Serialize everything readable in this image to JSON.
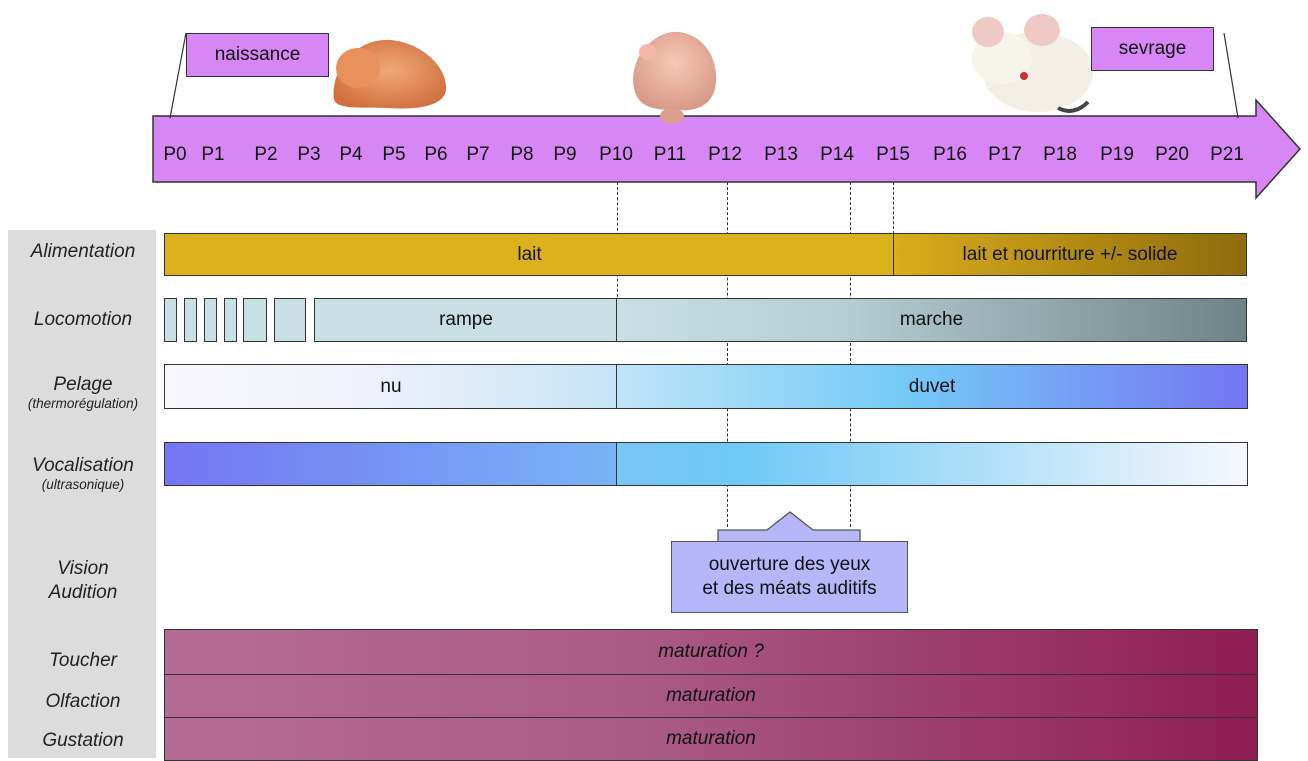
{
  "timeline": {
    "days": [
      "P0",
      "P1",
      "P2",
      "P3",
      "P4",
      "P5",
      "P6",
      "P7",
      "P8",
      "P9",
      "P10",
      "P11",
      "P12",
      "P13",
      "P14",
      "P15",
      "P16",
      "P17",
      "P18",
      "P19",
      "P20",
      "P21"
    ],
    "start_label": "naissance",
    "end_label": "sevrage",
    "arrow_color": "#d786f5"
  },
  "rows": {
    "alimentation": {
      "label": "Alimentation",
      "bar1": "lait",
      "bar2": "lait et nourriture +/- solide"
    },
    "locomotion": {
      "label": "Locomotion",
      "bar1": "rampe",
      "bar2": "marche"
    },
    "pelage": {
      "label": "Pelage",
      "sub": "(thermorégulation)",
      "bar1": "nu",
      "bar2": "duvet"
    },
    "vocalisation": {
      "label": "Vocalisation",
      "sub": "(ultrasonique)"
    },
    "vision": {
      "label1": "Vision",
      "label2": "Audition",
      "callout_line1": "ouverture des yeux",
      "callout_line2": "et des méats auditifs"
    },
    "toucher": {
      "label": "Toucher",
      "bar": "maturation ?"
    },
    "olfaction": {
      "label": "Olfaction",
      "bar": "maturation"
    },
    "gustation": {
      "label": "Gustation",
      "bar": "maturation"
    }
  },
  "images": [
    "newborn-pup-photo",
    "p10-pup-photo",
    "weaned-mouse-photo"
  ]
}
